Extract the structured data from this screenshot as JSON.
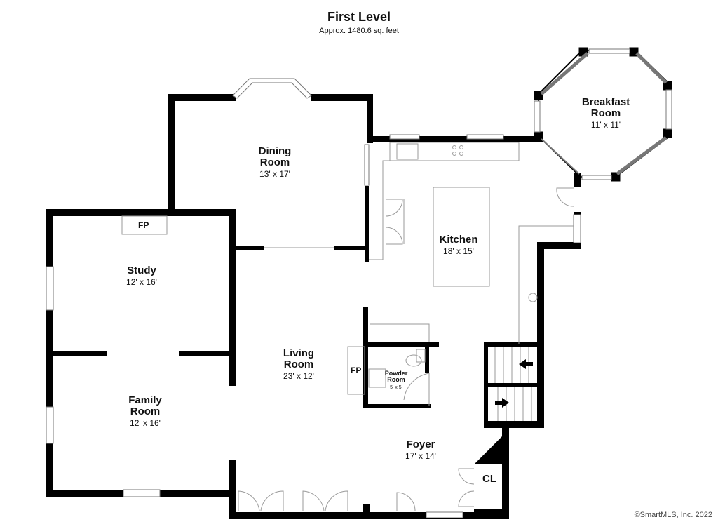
{
  "header": {
    "title": "First Level",
    "subtitle": "Approx. 1480.6 sq. feet"
  },
  "rooms": {
    "breakfast": {
      "name_1": "Breakfast",
      "name_2": "Room",
      "dims": "11' x 11'"
    },
    "dining": {
      "name_1": "Dining",
      "name_2": "Room",
      "dims": "13' x 17'"
    },
    "kitchen": {
      "name_1": "Kitchen",
      "dims": "18' x 15'"
    },
    "study": {
      "name_1": "Study",
      "dims": "12' x 16'"
    },
    "living": {
      "name_1": "Living",
      "name_2": "Room",
      "dims": "23' x 12'"
    },
    "family": {
      "name_1": "Family",
      "name_2": "Room",
      "dims": "12' x 16'"
    },
    "powder": {
      "name_1": "Powder",
      "name_2": "Room",
      "dims": "5' x 5'"
    },
    "foyer": {
      "name_1": "Foyer",
      "dims": "17' x 14'"
    }
  },
  "tags": {
    "fp_study": "FP",
    "fp_living": "FP",
    "closet": "CL"
  },
  "credit": "©SmartMLS, Inc.  2022",
  "colors": {
    "wall": "#000000",
    "fixture": "#9a9a9a",
    "background": "#ffffff"
  }
}
